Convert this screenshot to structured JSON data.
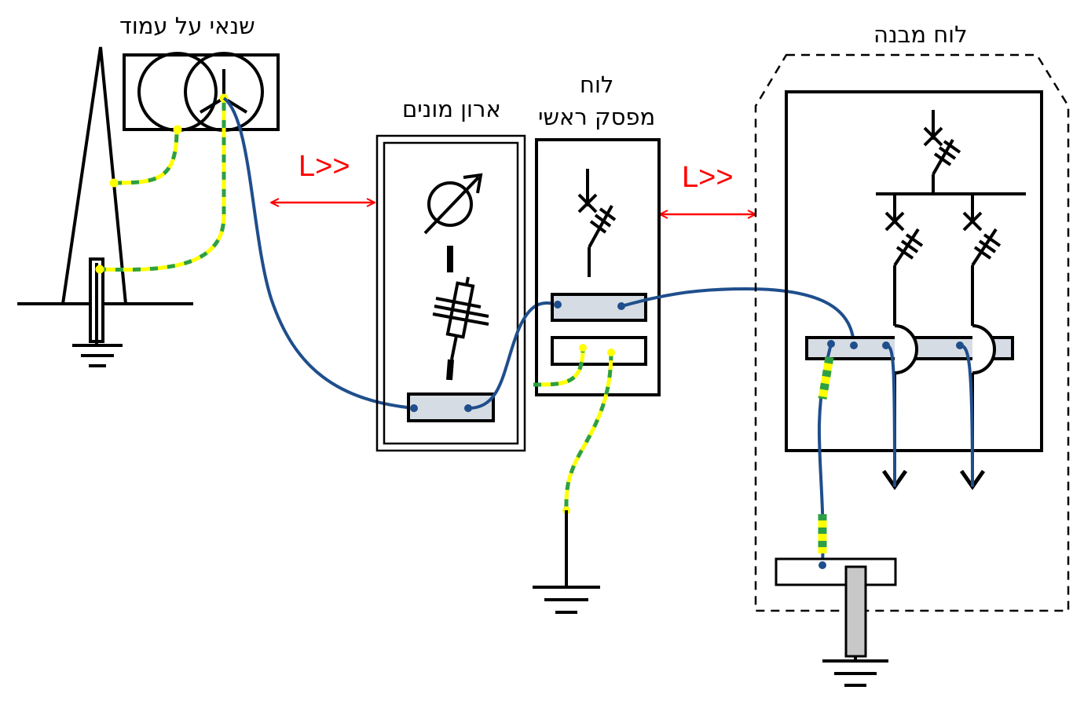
{
  "labels": {
    "pole_transformer": "שנאי על עמוד",
    "meter_cabinet": "ארון מונים",
    "main_breaker_line1": "לוח",
    "main_breaker_line2": "מפסק ראשי",
    "building_panel": "לוח מבנה",
    "distance_left": "L>>",
    "distance_right": "L>>"
  },
  "colors": {
    "line": "#000000",
    "cable": "#1f4e8c",
    "earth_yellow": "#ffff00",
    "earth_green": "#2ea043",
    "busbar_fill": "#d6dce4",
    "rod_fill": "#c8c8c8",
    "arrow": "#ff0000"
  },
  "icons": [
    "meter-icon",
    "fuse-icon",
    "circuit-breaker-icon",
    "ground-icon",
    "transformer-icon",
    "double-arrow-icon"
  ]
}
